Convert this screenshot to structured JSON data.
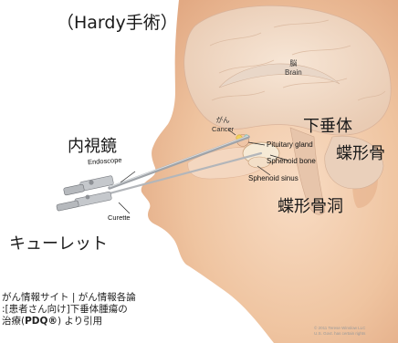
{
  "title": "（Hardy手術）",
  "labels_jp": {
    "endoscope": "内視鏡",
    "pituitary": "下垂体",
    "sphenoid_bone": "蝶形骨",
    "sphenoid_sinus": "蝶形骨洞",
    "curette": "キューレット"
  },
  "labels_en": {
    "brain_jp": "脳",
    "brain": "Brain",
    "cancer_jp": "がん",
    "cancer": "Cancer",
    "pituitary_gland": "Pituitary gland",
    "sphenoid_bone": "Sphenoid bone",
    "sphenoid_sinus": "Sphenoid sinus",
    "endoscope": "Endoscope",
    "curette": "Curette"
  },
  "citation": {
    "line1": "がん情報サイト | がん情報各論",
    "line2": ":[患者さん向け]下垂体腫瘍の",
    "line3_pre": "治療(",
    "line3_bold": "PDQ®",
    "line3_post": ") より引用"
  },
  "copyright": {
    "line1": "© 2011 Terese Winslow LLC",
    "line2": "U.S. Govt. has certain rights"
  },
  "colors": {
    "skin": "#f2c9a8",
    "brain": "#efd7c3",
    "accent_yellow": "#f2d15a"
  }
}
